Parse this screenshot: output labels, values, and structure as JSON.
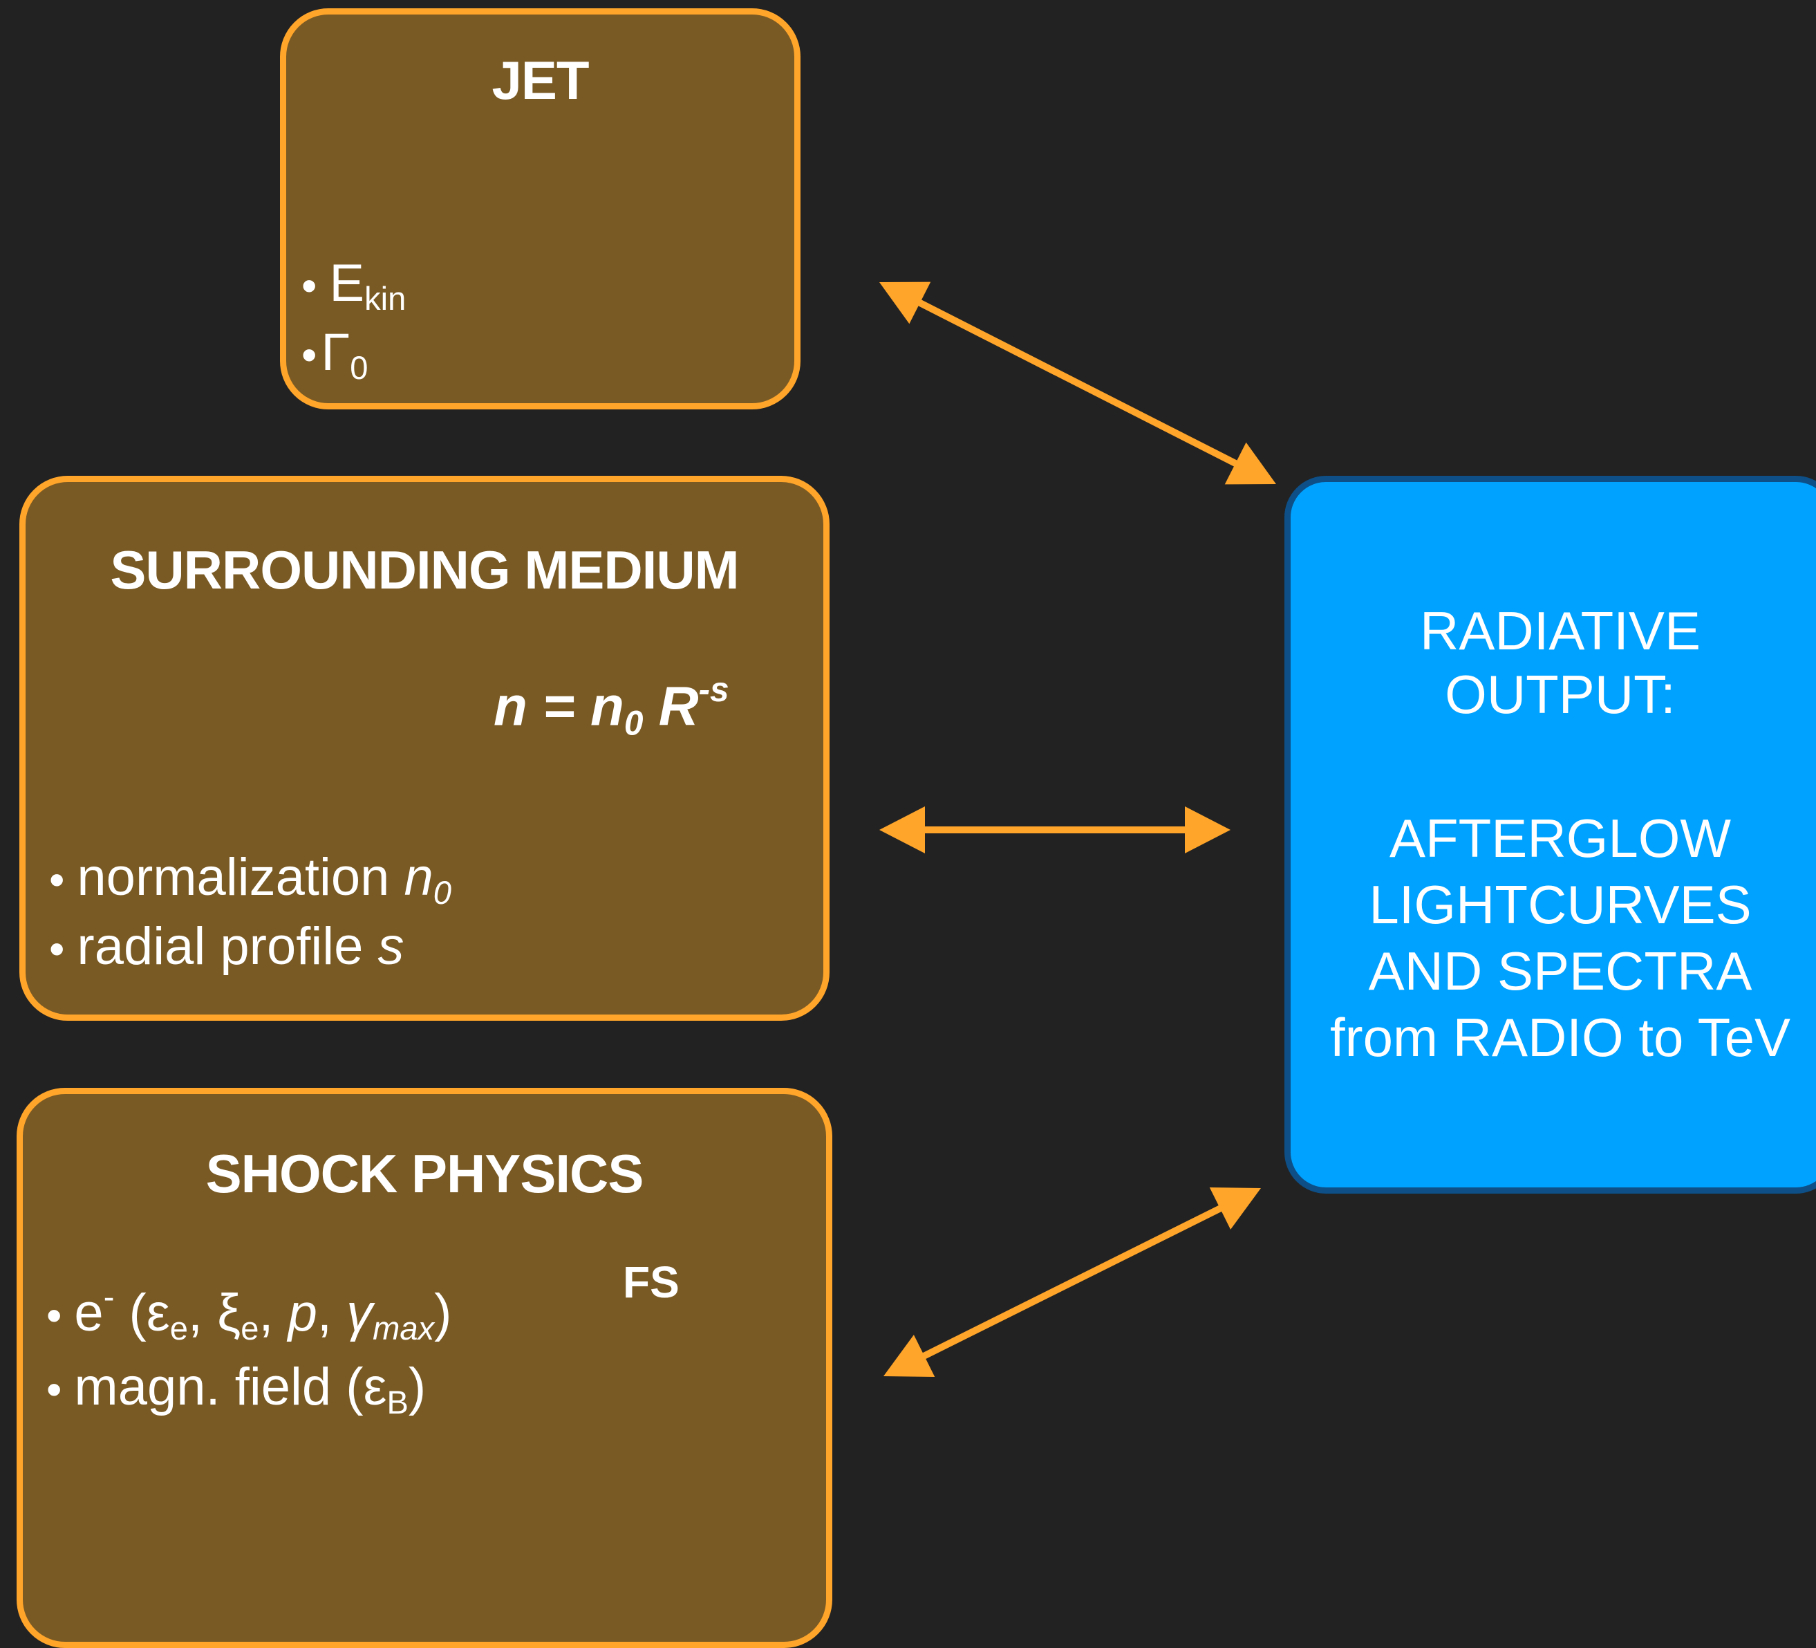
{
  "colors": {
    "background": "#222222",
    "box_fill": "#7a5a24",
    "box_border": "#ffa52a",
    "output_fill": "#00a2ff",
    "output_border": "#0d4f86",
    "arrow": "#ffa52a",
    "jet_cone": "#ff7a00",
    "medium_particle": "#1ea7ff",
    "shocked_particle": "#ff2020"
  },
  "jet": {
    "title": "JET",
    "param1_symbol": "E",
    "param1_sub": "kin",
    "param2_symbol": "Γ",
    "param2_sub": "0"
  },
  "medium": {
    "title": "SURROUNDING MEDIUM",
    "formula_n": "n",
    "formula_eq": " = ",
    "formula_n0": "n",
    "formula_n0_sub": "0",
    "formula_R": " R",
    "formula_exp": "-s",
    "bullet1_text": "normalization ",
    "bullet1_sym": "n",
    "bullet1_sub": "0",
    "bullet2_text": "radial profile ",
    "bullet2_sym": "s"
  },
  "shock": {
    "title": "SHOCK PHYSICS",
    "fs_label": "FS",
    "electron": "e",
    "electron_sup": "-",
    "open": " (",
    "eps": "ε",
    "eps_sub": "e",
    "comma1": ", ",
    "xi": "ξ",
    "xi_sub": "e",
    "comma2": ", ",
    "p": "p",
    "comma3": ", ",
    "gamma": "γ",
    "gamma_sub": "max",
    "close": ")",
    "field_text": "magn. field (",
    "field_eps": "ε",
    "field_sub": "B",
    "field_close": ")"
  },
  "output": {
    "line1": "RADIATIVE",
    "line2": "OUTPUT:",
    "line3": "AFTERGLOW",
    "line4": "LIGHTCURVES",
    "line5": "AND SPECTRA",
    "line6": "from RADIO to TeV"
  },
  "bullet_char": "•"
}
